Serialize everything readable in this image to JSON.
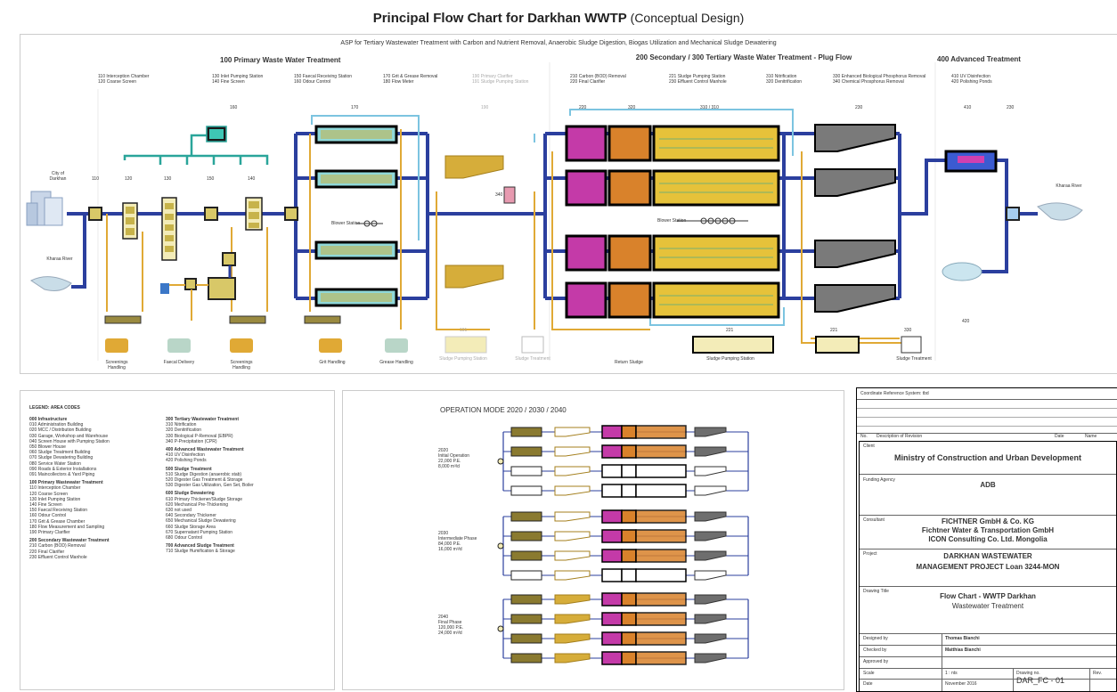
{
  "header": {
    "title": "Principal Flow Chart for Darkhan WWTP",
    "subtitle": "(Conceptual Design)",
    "banner": "ASP for Tertiary Wastewater Treatment with Carbon and Nutrient Removal, Anaerobic Sludge Digestion, Biogas Utilization and Mechanical Sludge Dewatering"
  },
  "sections": {
    "primary": "100 Primary Waste Water Treatment",
    "secondary": "200 Secondary / 300 Tertiary Waste Water Treatment - Plug Flow",
    "advanced": "400 Advanced Treatment"
  },
  "unit_notes": [
    "110 Interception Chamber\n120 Coarse Screen",
    "130 Inlet Pumping Station\n140 Fine Screen",
    "150 Faecal Receiving Station\n160 Odour Control",
    "170 Grit & Grease Removal\n180 Flow Meter",
    "190 Primary Clarifier\n191 Sludge Pumping Station",
    "210 Carbon (BOD) Removal\n220 Final Clarifier",
    "221 Sludge Pumping Station\n230 Effluent Control Manhole",
    "310 Nitrification\n320 Denitrification",
    "330 Enhanced Biological Phosphorus Removal\n340 Chemical Phosphorus Removal",
    "410 UV Disinfection\n420 Polishing Ponds"
  ],
  "unit_numbers": [
    "160",
    "170",
    "190",
    "220",
    "320",
    "310 / 310",
    "230",
    "410",
    "230",
    "110",
    "120",
    "130",
    "150",
    "140",
    "340",
    "191",
    "221",
    "221",
    "330",
    "420"
  ],
  "source_labels": {
    "city": "City of Darkhan",
    "river": "Kharaa River",
    "outlet": "Kharaa River"
  },
  "bottom_labels": [
    "Screenings Handling",
    "Faecal Delivery",
    "Screenings Handling",
    "Grit Handling",
    "Grease Handling",
    "Sludge Pumping Station",
    "Sludge Treatment",
    "Return Sludge",
    "Sludge Pumping Station",
    "Sludge Treatment"
  ],
  "blower_labels": [
    "Blower Station",
    "Blower Station"
  ],
  "legend": {
    "heading": "LEGEND: AREA CODES",
    "col1": [
      {
        "title": "000 Infrastructure",
        "items": [
          "010 Administration Building",
          "020 MCC / Distribution Building",
          "030 Garage, Workshop and Warehouse",
          "040 Screen House with Pumping Station",
          "050 Blower House",
          "060 Sludge Treatment Building",
          "070 Sludge Dewatering Building",
          "080 Service Water Station",
          "090 Roads & Exterior Installations",
          "091 Maincollectors & Yard Piping"
        ]
      },
      {
        "title": "100 Primary Wastewater Treatment",
        "items": [
          "110 Interception Chamber",
          "120 Coarse Screen",
          "130 Inlet Pumping Station",
          "140 Fine Screen",
          "150 Faecal Receiving Station",
          "160 Odour Control",
          "170 Grit & Grease Chamber",
          "180 Flow Measurement and Sampling",
          "190 Primary Clarifier"
        ]
      },
      {
        "title": "200 Secondary Wastewater Treatment",
        "items": [
          "210 Carbon (BOD) Removal",
          "220 Final Clarifier",
          "230 Effluent Control Manhole"
        ]
      }
    ],
    "col2": [
      {
        "title": "300 Tertiary Wastewater Treatment",
        "items": [
          "310 Nitrification",
          "320 Denitrification",
          "330 Biological P-Removal (EBPR)",
          "340 P-Precipitation (CPR)"
        ]
      },
      {
        "title": "400 Advanced Wastewater Treatment",
        "items": [
          "410 UV Disinfection",
          "420 Polishing Ponds"
        ]
      },
      {
        "title": "500 Sludge Treatment",
        "items": [
          "510 Sludge Digestion (anaerobic stab)",
          "520 Digester Gas Treatment & Storage",
          "530 Digester Gas Utilization, Gen Set, Boiler"
        ]
      },
      {
        "title": "600 Sludge Dewatering",
        "items": [
          "610 Primary Thickener/Sludge Storage",
          "620 Mechanical Pre-Thickening",
          "630 not used",
          "640 Secondary Thickener",
          "650 Mechanical Sludge Dewatering",
          "660 Sludge Storage Area",
          "670 Supernatant Pumping Station",
          "680 Odour Control"
        ]
      },
      {
        "title": "700 Advanced Sludge Treatment",
        "items": [
          "710 Sludge Humification & Storage"
        ]
      }
    ]
  },
  "operation": {
    "title": "OPERATION MODE",
    "years": "2020 / 2030 / 2040",
    "phases": [
      {
        "label": "2020\nInitial Operation\n22,000 P.E.\n8,000 m³/d"
      },
      {
        "label": "2030\nIntermediate Phase\n84,000 P.E.\n16,000 m³/d"
      },
      {
        "label": "2040\nFinal Phase\n120,000 P.E.\n24,000 m³/d"
      }
    ]
  },
  "title_block": {
    "revisions_header": "Coordinate Reference System: tbd",
    "rev_cols": [
      "No.",
      "Description of Revision",
      "Date",
      "Name"
    ],
    "client_label": "Client",
    "client": "Ministry of Construction and Urban Development",
    "funding_label": "Funding Agency",
    "funding": "ADB",
    "consultant_label": "Consultant",
    "consultant": [
      "FICHTNER GmbH & Co. KG",
      "Fichtner Water & Transportation GmbH",
      "ICON Consulting Co. Ltd. Mongolia"
    ],
    "project_label": "Project",
    "project": [
      "DARKHAN WASTEWATER",
      "MANAGEMENT PROJECT Loan 3244-MON"
    ],
    "drawing_label": "Drawing Title",
    "drawing": [
      "Flow Chart - WWTP Darkhan",
      "Wastewater Treatment"
    ],
    "designed_label": "Designed by",
    "designed": "Thomas Bianchi",
    "checked_label": "Checked by",
    "checked": "Matthias Bianchi",
    "approved_label": "Approved by",
    "scale_label": "Scale",
    "scale": "1 : nts",
    "date_label": "Date",
    "date": "November 2016",
    "drawing_no_label": "Drawing no.",
    "drawing_no": "DAR_FC - 01",
    "rev_label": "Rev."
  },
  "colors": {
    "main_pipe": "#2b3f9e",
    "sludge_pipe": "#e0a935",
    "return_pipe": "#7cc4e0",
    "anaerobic": "#c43aa8",
    "anoxic": "#d9822b",
    "aerobic": "#e6c23a",
    "clarifier": "#6e6e6e",
    "odour": "#2aa59a"
  }
}
